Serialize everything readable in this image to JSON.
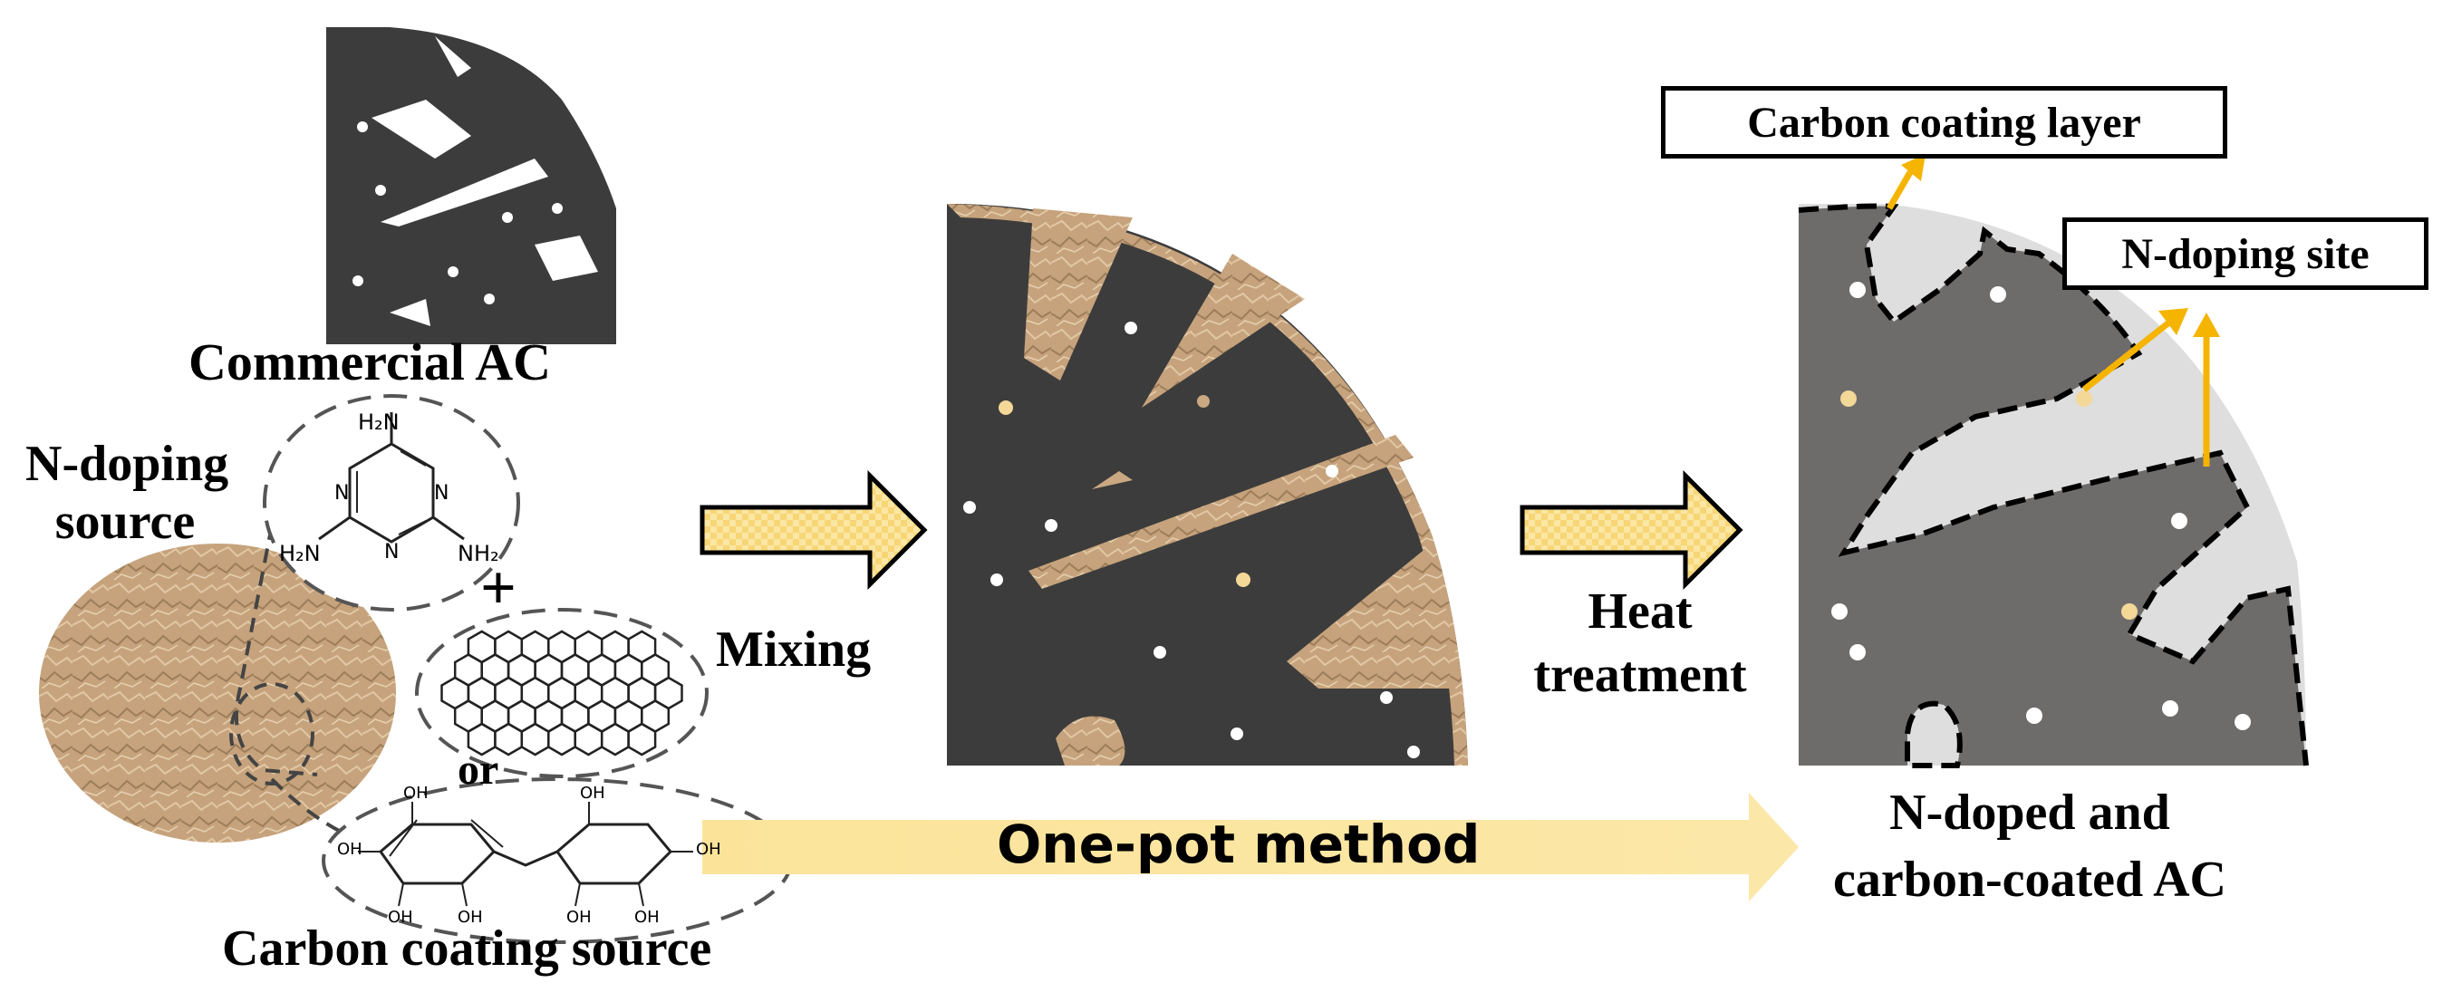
{
  "labels": {
    "commercial_ac": "Commercial AC",
    "n_doping_source_line1": "N-doping",
    "n_doping_source_line2": "source",
    "mixing": "Mixing",
    "heat_treatment_line1": "Heat",
    "heat_treatment_line2": "treatment",
    "one_pot_method": "One-pot method",
    "or": "or",
    "plus": "+",
    "carbon_coating_source": "Carbon coating source",
    "carbon_coating_layer": "Carbon coating layer",
    "n_doping_site": "N-doping site",
    "product_line1": "N-doped and",
    "product_line2": "carbon-coated AC"
  },
  "melamine": {
    "nh2_top": "H₂N",
    "nh2_left": "H₂N",
    "nh2_right": "NH₂",
    "ring_n": "N"
  },
  "sugar_oh_label": "OH",
  "colors": {
    "dark_carbon": "#3c3c3c",
    "grey_carbon": "#6e6b6b",
    "light_pore": "#dedede",
    "tan": "#c9a882",
    "arrow_fill": "#fbe49a",
    "arrow_yellow": "#f5b400",
    "n_dot": "#f3d898"
  }
}
